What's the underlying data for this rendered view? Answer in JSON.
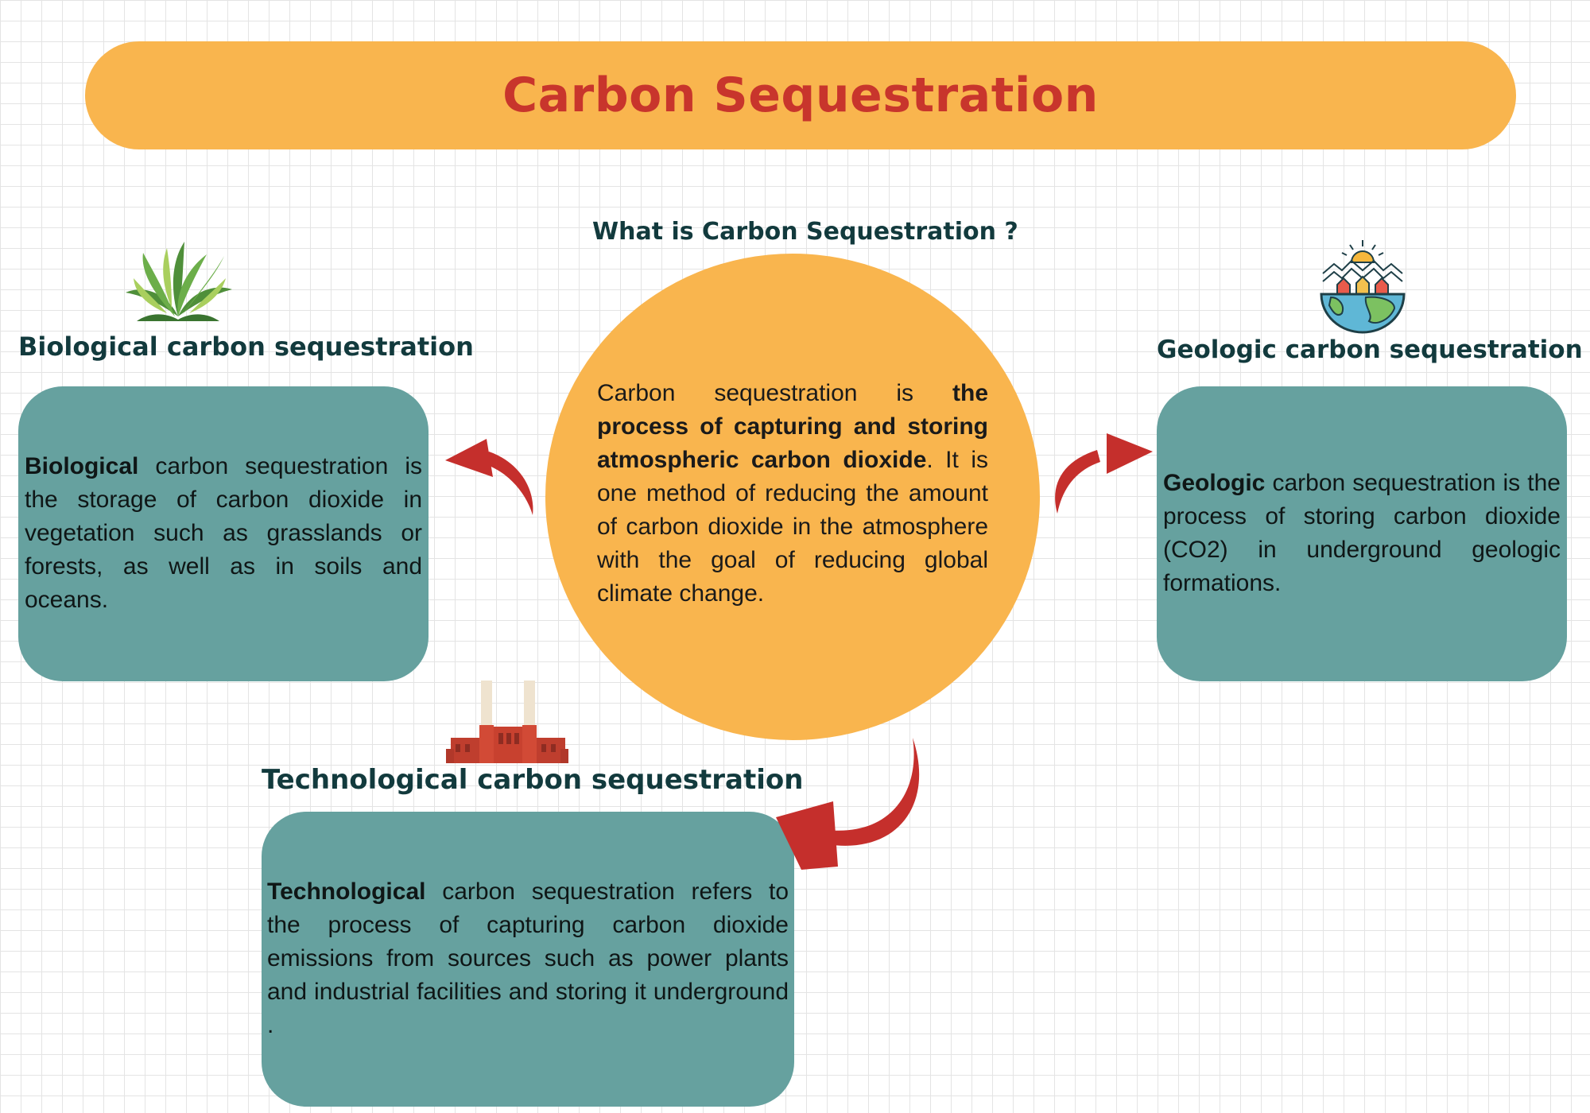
{
  "colors": {
    "banner": "#f9b54e",
    "title": "#c8352c",
    "heading": "#123a3d",
    "circle": "#f9b54e",
    "card": "#66a19f",
    "arrow": "#c52f2c"
  },
  "banner": {
    "title": "Carbon Sequestration"
  },
  "center": {
    "heading": "What is Carbon Sequestration ?",
    "text_lead": "Carbon sequestration is ",
    "text_bold": "the process of capturing and storing atmospheric carbon dioxide",
    "text_rest": ". It is one method of reducing the amount of carbon dioxide in the atmosphere with the goal of reducing global climate change."
  },
  "biological": {
    "heading": "Biological carbon sequestration",
    "bold": "Biological",
    "text": " carbon sequestration is the storage of carbon dioxide in vegetation such as grasslands or forests, as well as in soils and oceans.",
    "icon": "plant-icon"
  },
  "geologic": {
    "heading": "Geologic carbon sequestration",
    "bold": "Geologic",
    "text": " carbon sequestration is the process of storing carbon dioxide (CO2) in underground geologic formations.",
    "icon": "earth-icon"
  },
  "technological": {
    "heading": "Technological carbon sequestration",
    "bold": "Technological",
    "text": " carbon sequestration refers to the process of capturing carbon dioxide emissions from sources such as power plants and industrial facilities and storing it underground .",
    "icon": "factory-icon"
  }
}
